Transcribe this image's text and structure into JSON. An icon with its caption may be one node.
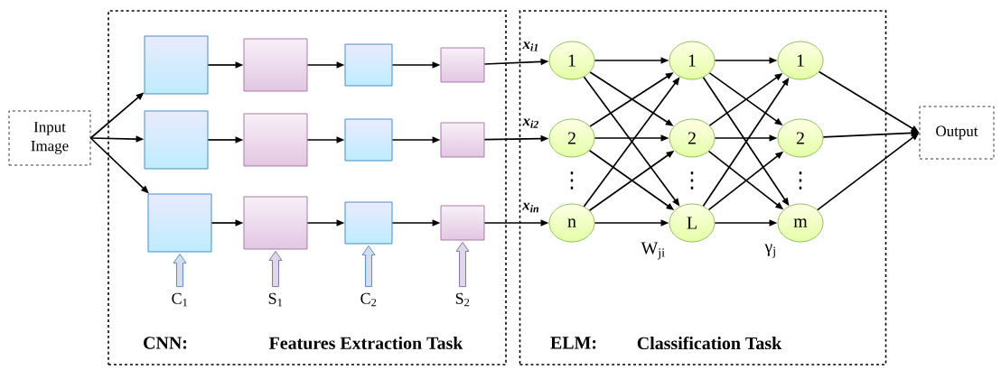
{
  "diagram": {
    "nodes": [
      {
        "text": [
          "Input Image"
        ]
      },
      {
        "text": [
          "CNN:",
          "Features Extraction Task"
        ]
      },
      {
        "text": [
          "ELM:",
          "Classification Task"
        ]
      },
      {
        "text": [],
        "shape": "box",
        "in": 1
      },
      {
        "text": [],
        "shape": "box",
        "in": 1
      },
      {
        "text": [],
        "shape": "box",
        "in": 1
      },
      {
        "text": [],
        "shape": "box",
        "in": 1
      },
      {
        "text": [],
        "shape": "box",
        "in": 1
      },
      {
        "text": [],
        "shape": "box",
        "in": 1
      },
      {
        "text": [],
        "shape": "box",
        "in": 1
      },
      {
        "text": [],
        "shape": "box",
        "in": 1
      },
      {
        "text": [],
        "shape": "box",
        "in": 1
      },
      {
        "text": [],
        "shape": "box",
        "in": 1
      },
      {
        "text": [],
        "shape": "box",
        "in": 1
      },
      {
        "text": [],
        "shape": "box",
        "in": 1
      },
      {
        "text": [
          "1"
        ],
        "in": 2
      },
      {
        "text": [
          "2"
        ],
        "in": 2
      },
      {
        "text": [
          "n"
        ],
        "in": 2
      },
      {
        "text": [
          "1"
        ],
        "in": 2
      },
      {
        "text": [
          "2"
        ],
        "in": 2
      },
      {
        "text": [
          "L"
        ],
        "in": 2
      },
      {
        "text": [
          "1"
        ],
        "in": 2
      },
      {
        "text": [
          "2"
        ],
        "in": 2
      },
      {
        "text": [
          "m"
        ],
        "in": 2
      },
      {
        "text": [
          "Output"
        ]
      },
      {
        "text": [
          "C$_{1}$"
        ],
        "in": 1
      },
      {
        "text": [
          "S$_{1}$"
        ],
        "in": 1
      },
      {
        "text": [
          "C$_{2}$"
        ],
        "in": 1
      },
      {
        "text": [
          "S$_{2}$"
        ],
        "in": 1
      }
    ],
    "edges": [
      {
        "from": 0,
        "to": 3,
        "arrow": "to"
      },
      {
        "from": 0,
        "to": 7,
        "arrow": "to"
      },
      {
        "from": 0,
        "to": 11,
        "arrow": "to"
      },
      {
        "from": 3,
        "to": 4,
        "arrow": "to"
      },
      {
        "from": 4,
        "to": 5,
        "arrow": "to"
      },
      {
        "from": 5,
        "to": 6,
        "arrow": "to"
      },
      {
        "from": 7,
        "to": 8,
        "arrow": "to"
      },
      {
        "from": 8,
        "to": 9,
        "arrow": "to"
      },
      {
        "from": 9,
        "to": 10,
        "arrow": "to"
      },
      {
        "from": 11,
        "to": 12,
        "arrow": "to"
      },
      {
        "from": 12,
        "to": 13,
        "arrow": "to"
      },
      {
        "from": 13,
        "to": 14,
        "arrow": "to"
      },
      {
        "from": 6,
        "to": 15,
        "arrow": "to",
        "label": "x$_{i1}$"
      },
      {
        "from": 10,
        "to": 16,
        "arrow": "to",
        "label": "x$_{i2}$"
      },
      {
        "from": 14,
        "to": 17,
        "arrow": "to",
        "label": "x$_{in}$"
      },
      {
        "from": 15,
        "to": 18,
        "arrow": "to"
      },
      {
        "from": 15,
        "to": 19,
        "arrow": "to"
      },
      {
        "from": 15,
        "to": 20,
        "arrow": "to"
      },
      {
        "from": 16,
        "to": 18,
        "arrow": "to"
      },
      {
        "from": 16,
        "to": 19,
        "arrow": "to"
      },
      {
        "from": 16,
        "to": 20,
        "arrow": "to"
      },
      {
        "from": 17,
        "to": 18,
        "arrow": "to"
      },
      {
        "from": 17,
        "to": 19,
        "arrow": "to"
      },
      {
        "from": 17,
        "to": 20,
        "arrow": "to"
      },
      {
        "from": 18,
        "to": 21,
        "arrow": "to"
      },
      {
        "from": 18,
        "to": 22,
        "arrow": "to"
      },
      {
        "from": 18,
        "to": 23,
        "arrow": "to"
      },
      {
        "from": 19,
        "to": 21,
        "arrow": "to"
      },
      {
        "from": 19,
        "to": 22,
        "arrow": "to"
      },
      {
        "from": 19,
        "to": 23,
        "arrow": "to"
      },
      {
        "from": 20,
        "to": 21,
        "arrow": "to"
      },
      {
        "from": 20,
        "to": 22,
        "arrow": "to"
      },
      {
        "from": 20,
        "to": 23,
        "arrow": "to"
      },
      {
        "from": 21,
        "to": 24,
        "arrow": "to"
      },
      {
        "from": 22,
        "to": 24,
        "arrow": "to"
      },
      {
        "from": 23,
        "to": 24,
        "arrow": "to"
      },
      {
        "from": 25,
        "to": 11,
        "arrow": "to",
        "color": "#4f81bd"
      },
      {
        "from": 26,
        "to": 12,
        "arrow": "to",
        "color": "#8064a2"
      },
      {
        "from": 27,
        "to": 13,
        "arrow": "to",
        "color": "#4f81bd"
      },
      {
        "from": 28,
        "to": 14,
        "arrow": "to",
        "color": "#8064a2"
      }
    ],
    "labels": [
      "⋮",
      "⋮",
      "⋮",
      "W$_{ji}$",
      "γ$_{j}$"
    ]
  }
}
